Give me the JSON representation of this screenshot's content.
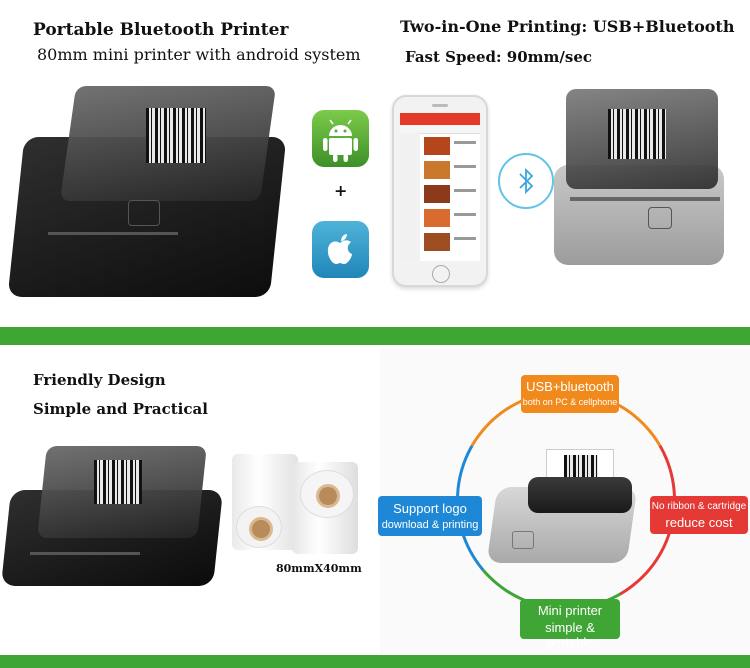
{
  "top_left": {
    "title": "Portable Bluetooth Printer",
    "subtitle": "80mm mini printer with android system"
  },
  "top_right": {
    "line1": "Two-in-One Printing: USB+Bluetooth",
    "line2": "Fast Speed: 90mm/sec"
  },
  "os": {
    "plus": "+"
  },
  "bottom_left": {
    "line1": "Friendly Design",
    "line2": "Simple and Practical",
    "paper_size": "80mmX40mm"
  },
  "features": {
    "usb_title": "USB+bluetooth",
    "usb_sub": "both on PC & cellphone",
    "logo_title": "Support logo",
    "logo_sub": "download & printing",
    "ribbon_title": "No ribbon & cartridge",
    "ribbon_sub": "reduce cost",
    "mini_title": "Mini printer",
    "mini_sub": "simple & portable"
  },
  "colors": {
    "green": "#3fa535",
    "blue": "#1e88d6",
    "orange": "#f08a1c",
    "red": "#e53935"
  }
}
